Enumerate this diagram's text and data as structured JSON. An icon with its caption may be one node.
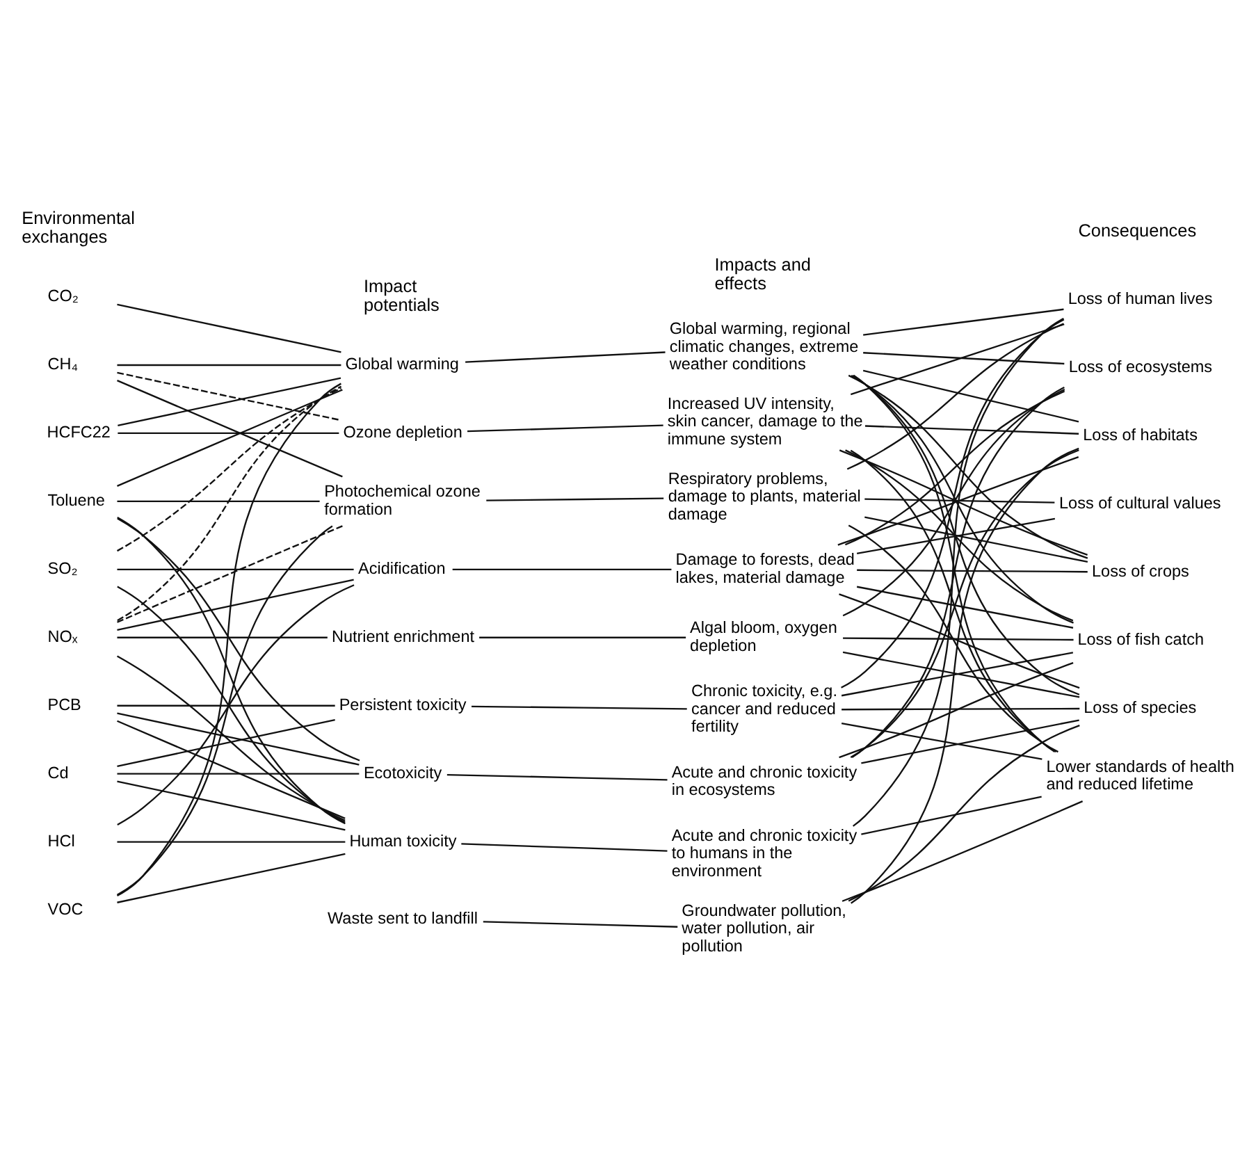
{
  "diagram": {
    "nodes": [
      {
        "text": [
          "CO₂"
        ]
      },
      {
        "text": [
          "CH₄"
        ]
      },
      {
        "text": [
          "HCFC22"
        ]
      },
      {
        "text": [
          "Toluene"
        ]
      },
      {
        "text": [
          "SO₂"
        ]
      },
      {
        "text": [
          "NOₓ"
        ]
      },
      {
        "text": [
          "PCB"
        ]
      },
      {
        "text": [
          "Cd"
        ]
      },
      {
        "text": [
          "HCl"
        ]
      },
      {
        "text": [
          "VOC"
        ]
      },
      {
        "text": [
          "Global warming"
        ]
      },
      {
        "text": [
          "Ozone depletion"
        ]
      },
      {
        "text": [
          "Photochemical ozone formation"
        ]
      },
      {
        "text": [
          "Acidification"
        ]
      },
      {
        "text": [
          "Nutrient enrichment"
        ]
      },
      {
        "text": [
          "Persistent toxicity"
        ]
      },
      {
        "text": [
          "Ecotoxicity"
        ]
      },
      {
        "text": [
          "Human toxicity"
        ]
      },
      {
        "text": [
          "Waste sent to landfill"
        ]
      },
      {
        "text": [
          "Global warming, regional climatic changes, extreme weather conditions"
        ]
      },
      {
        "text": [
          "Increased UV intensity, skin cancer, damage to the immune system"
        ]
      },
      {
        "text": [
          "Respiratory problems, damage to plants, material damage"
        ]
      },
      {
        "text": [
          "Damage to forests, dead lakes, material damage"
        ]
      },
      {
        "text": [
          "Algal bloom, oxygen depletion"
        ]
      },
      {
        "text": [
          "Chronic toxicity, e.g. cancer and reduced fertility"
        ]
      },
      {
        "text": [
          "Acute and chronic toxicity in ecosystems"
        ]
      },
      {
        "text": [
          "Acute and chronic toxicity to humans in the environment"
        ]
      },
      {
        "text": [
          "Groundwater pollution, water pollution, air pollution"
        ]
      },
      {
        "text": [
          "Loss of human lives"
        ]
      },
      {
        "text": [
          "Loss of ecosystems"
        ]
      },
      {
        "text": [
          "Loss of habitats"
        ]
      },
      {
        "text": [
          "Loss of cultural values"
        ]
      },
      {
        "text": [
          "Loss of crops"
        ]
      },
      {
        "text": [
          "Loss of fish catch"
        ]
      },
      {
        "text": [
          "Loss of species"
        ]
      },
      {
        "text": [
          "Lower standards of health and reduced lifetime"
        ]
      }
    ],
    "edges": [
      {
        "from": 0,
        "to": 10,
        "arrow": "none"
      },
      {
        "from": 1,
        "to": 10,
        "arrow": "none"
      },
      {
        "from": 1,
        "to": 11,
        "arrow": "none",
        "style": "dashed"
      },
      {
        "from": 1,
        "to": 12,
        "arrow": "none"
      },
      {
        "from": 2,
        "to": 10,
        "arrow": "none"
      },
      {
        "from": 2,
        "to": 11,
        "arrow": "none"
      },
      {
        "from": 3,
        "to": 10,
        "arrow": "none"
      },
      {
        "from": 3,
        "to": 12,
        "arrow": "none"
      },
      {
        "from": 3,
        "to": 16,
        "arrow": "none"
      },
      {
        "from": 3,
        "to": 17,
        "arrow": "none"
      },
      {
        "from": 4,
        "to": 10,
        "arrow": "none",
        "style": "dashed"
      },
      {
        "from": 4,
        "to": 13,
        "arrow": "none"
      },
      {
        "from": 4,
        "to": 17,
        "arrow": "none"
      },
      {
        "from": 5,
        "to": 10,
        "arrow": "none",
        "style": "dashed"
      },
      {
        "from": 5,
        "to": 12,
        "arrow": "none",
        "style": "dashed"
      },
      {
        "from": 5,
        "to": 13,
        "arrow": "none"
      },
      {
        "from": 5,
        "to": 14,
        "arrow": "none"
      },
      {
        "from": 5,
        "to": 17,
        "arrow": "none"
      },
      {
        "from": 6,
        "to": 15,
        "arrow": "none"
      },
      {
        "from": 6,
        "to": 16,
        "arrow": "none"
      },
      {
        "from": 6,
        "to": 17,
        "arrow": "none"
      },
      {
        "from": 7,
        "to": 15,
        "arrow": "none"
      },
      {
        "from": 7,
        "to": 16,
        "arrow": "none"
      },
      {
        "from": 7,
        "to": 17,
        "arrow": "none"
      },
      {
        "from": 8,
        "to": 13,
        "arrow": "none"
      },
      {
        "from": 8,
        "to": 17,
        "arrow": "none"
      },
      {
        "from": 9,
        "to": 10,
        "arrow": "none"
      },
      {
        "from": 9,
        "to": 12,
        "arrow": "none"
      },
      {
        "from": 9,
        "to": 17,
        "arrow": "none"
      },
      {
        "from": 10,
        "to": 19,
        "arrow": "none"
      },
      {
        "from": 11,
        "to": 20,
        "arrow": "none"
      },
      {
        "from": 12,
        "to": 21,
        "arrow": "none"
      },
      {
        "from": 13,
        "to": 22,
        "arrow": "none"
      },
      {
        "from": 14,
        "to": 23,
        "arrow": "none"
      },
      {
        "from": 15,
        "to": 24,
        "arrow": "none"
      },
      {
        "from": 16,
        "to": 25,
        "arrow": "none"
      },
      {
        "from": 17,
        "to": 26,
        "arrow": "none"
      },
      {
        "from": 18,
        "to": 27,
        "arrow": "none"
      },
      {
        "from": 19,
        "to": 28,
        "arrow": "none"
      },
      {
        "from": 19,
        "to": 29,
        "arrow": "none"
      },
      {
        "from": 19,
        "to": 30,
        "arrow": "none"
      },
      {
        "from": 19,
        "to": 32,
        "arrow": "none"
      },
      {
        "from": 19,
        "to": 33,
        "arrow": "none"
      },
      {
        "from": 19,
        "to": 34,
        "arrow": "none"
      },
      {
        "from": 19,
        "to": 35,
        "arrow": "none"
      },
      {
        "from": 20,
        "to": 28,
        "arrow": "none"
      },
      {
        "from": 20,
        "to": 30,
        "arrow": "none"
      },
      {
        "from": 20,
        "to": 32,
        "arrow": "none"
      },
      {
        "from": 20,
        "to": 33,
        "arrow": "none"
      },
      {
        "from": 20,
        "to": 35,
        "arrow": "none"
      },
      {
        "from": 21,
        "to": 28,
        "arrow": "none"
      },
      {
        "from": 21,
        "to": 31,
        "arrow": "none"
      },
      {
        "from": 21,
        "to": 32,
        "arrow": "none"
      },
      {
        "from": 21,
        "to": 35,
        "arrow": "none"
      },
      {
        "from": 22,
        "to": 29,
        "arrow": "none"
      },
      {
        "from": 22,
        "to": 30,
        "arrow": "none"
      },
      {
        "from": 22,
        "to": 31,
        "arrow": "none"
      },
      {
        "from": 22,
        "to": 32,
        "arrow": "none"
      },
      {
        "from": 22,
        "to": 33,
        "arrow": "none"
      },
      {
        "from": 22,
        "to": 34,
        "arrow": "none"
      },
      {
        "from": 23,
        "to": 29,
        "arrow": "none"
      },
      {
        "from": 23,
        "to": 33,
        "arrow": "none"
      },
      {
        "from": 23,
        "to": 34,
        "arrow": "none"
      },
      {
        "from": 24,
        "to": 28,
        "arrow": "none"
      },
      {
        "from": 24,
        "to": 33,
        "arrow": "none"
      },
      {
        "from": 24,
        "to": 34,
        "arrow": "none"
      },
      {
        "from": 24,
        "to": 35,
        "arrow": "none"
      },
      {
        "from": 25,
        "to": 29,
        "arrow": "none"
      },
      {
        "from": 25,
        "to": 30,
        "arrow": "none"
      },
      {
        "from": 25,
        "to": 33,
        "arrow": "none"
      },
      {
        "from": 25,
        "to": 34,
        "arrow": "none"
      },
      {
        "from": 26,
        "to": 28,
        "arrow": "none"
      },
      {
        "from": 26,
        "to": 35,
        "arrow": "none"
      },
      {
        "from": 27,
        "to": 30,
        "arrow": "none"
      },
      {
        "from": 27,
        "to": 34,
        "arrow": "none"
      },
      {
        "from": 27,
        "to": 35,
        "arrow": "none"
      }
    ],
    "labels": [
      "Environmental exchanges",
      "Impact potentials",
      "Impacts and effects",
      "Consequences"
    ]
  }
}
